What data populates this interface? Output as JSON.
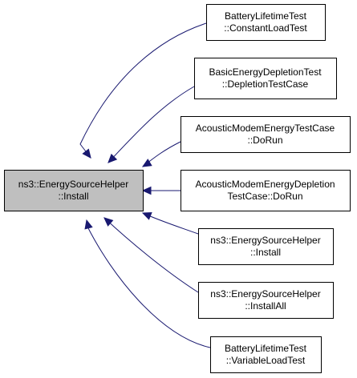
{
  "diagram": {
    "type": "call-graph",
    "colors": {
      "root_fill": "#bfbfbf",
      "node_fill": "#ffffff",
      "edge": "#191970",
      "border": "#000000"
    },
    "root": {
      "id": "root",
      "lines": [
        "ns3::EnergySourceHelper",
        "::Install"
      ]
    },
    "callers": [
      {
        "id": "c0",
        "lines": [
          "BatteryLifetimeTest",
          "::ConstantLoadTest"
        ]
      },
      {
        "id": "c1",
        "lines": [
          "BasicEnergyDepletionTest",
          "::DepletionTestCase"
        ]
      },
      {
        "id": "c2",
        "lines": [
          "AcousticModemEnergyTestCase",
          "::DoRun"
        ]
      },
      {
        "id": "c3",
        "lines": [
          "AcousticModemEnergyDepletion",
          "TestCase::DoRun"
        ]
      },
      {
        "id": "c4",
        "lines": [
          "ns3::EnergySourceHelper",
          "::Install"
        ]
      },
      {
        "id": "c5",
        "lines": [
          "ns3::EnergySourceHelper",
          "::InstallAll"
        ]
      },
      {
        "id": "c6",
        "lines": [
          "BatteryLifetimeTest",
          "::VariableLoadTest"
        ]
      }
    ],
    "edges": [
      {
        "from": "c0",
        "to": "root"
      },
      {
        "from": "c1",
        "to": "root"
      },
      {
        "from": "c2",
        "to": "root"
      },
      {
        "from": "c3",
        "to": "root"
      },
      {
        "from": "c4",
        "to": "root"
      },
      {
        "from": "c5",
        "to": "root"
      },
      {
        "from": "c6",
        "to": "root"
      }
    ]
  }
}
